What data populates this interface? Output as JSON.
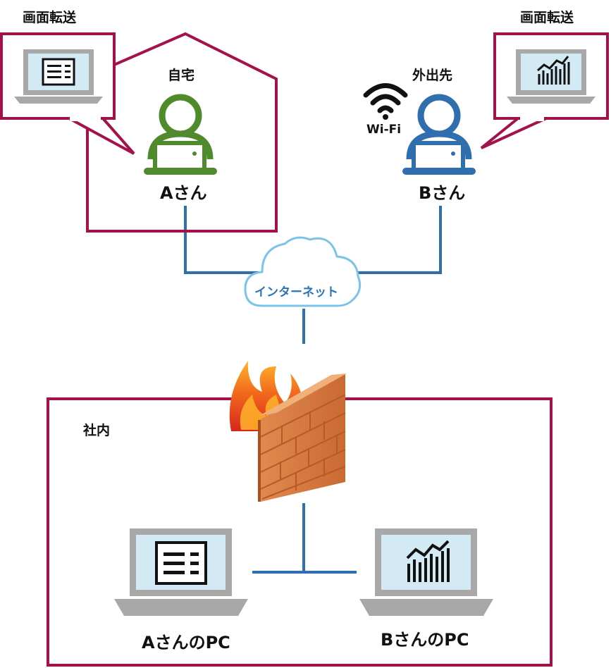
{
  "labels": {
    "screen_transfer_left": "画面転送",
    "screen_transfer_right": "画面転送",
    "home": "自宅",
    "outside": "外出先",
    "user_a": "Aさん",
    "user_b": "Bさん",
    "wifi": "Wi-Fi",
    "internet": "インターネット",
    "office": "社内",
    "pc_a": "AさんのPC",
    "pc_b": "BさんのPC"
  },
  "colors": {
    "frame": "#a3124a",
    "line": "#2f6fad",
    "user_a": "#4f8a2c",
    "user_b": "#2f6fad",
    "cloud_stroke": "#7cc3ea",
    "laptop_body": "#a8a8a8",
    "laptop_screen": "#d3eaf4"
  },
  "icons": {
    "user_a": "person-laptop-icon",
    "user_b": "person-laptop-icon",
    "wifi": "wifi-icon",
    "cloud": "cloud-icon",
    "firewall": "firewall-icon",
    "doc_screen": "document-screen-icon",
    "chart_screen": "chart-screen-icon"
  }
}
